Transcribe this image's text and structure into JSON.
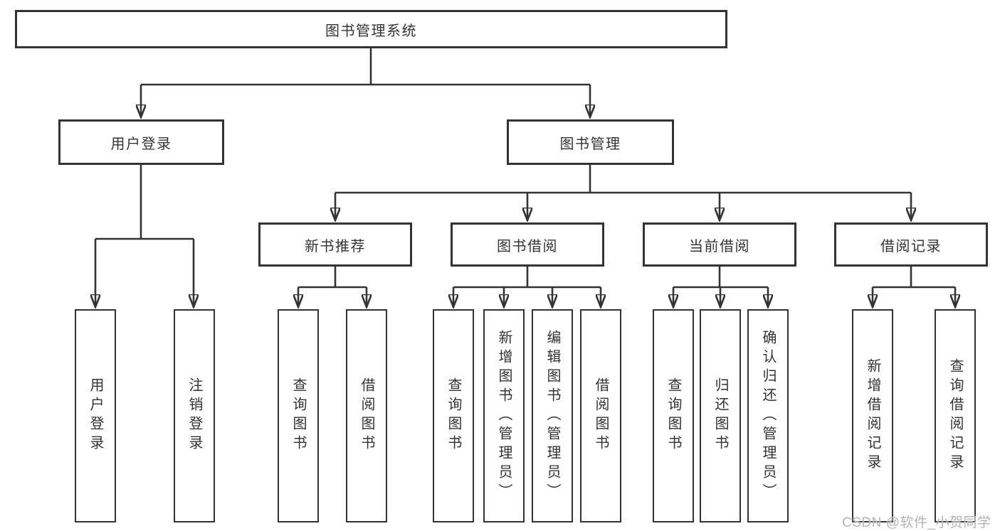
{
  "colors": {
    "line": "#333333",
    "box_border": "#333333",
    "box_background": "#ffffff",
    "page_background": "#ffffff",
    "watermark": "#b4b4b4"
  },
  "watermark": {
    "text": "CSDN @软件_小贺同学"
  },
  "tree": {
    "root": {
      "label": "图书管理系统"
    },
    "branches": [
      {
        "label": "用户登录",
        "children": [
          {
            "label": "用户登录"
          },
          {
            "label": "注销登录"
          }
        ]
      },
      {
        "label": "图书管理",
        "children": [
          {
            "label": "新书推荐",
            "children": [
              {
                "label": "查询图书"
              },
              {
                "label": "借阅图书"
              }
            ]
          },
          {
            "label": "图书借阅",
            "children": [
              {
                "label": "查询图书"
              },
              {
                "label": "新增图书（管理员）"
              },
              {
                "label": "编辑图书（管理员）"
              },
              {
                "label": "借阅图书"
              }
            ]
          },
          {
            "label": "当前借阅",
            "children": [
              {
                "label": "查询图书"
              },
              {
                "label": "归还图书"
              },
              {
                "label": "确认归还（管理员）"
              }
            ]
          },
          {
            "label": "借阅记录",
            "children": [
              {
                "label": "新增借阅记录"
              },
              {
                "label": "查询借阅记录"
              }
            ]
          }
        ]
      }
    ]
  }
}
